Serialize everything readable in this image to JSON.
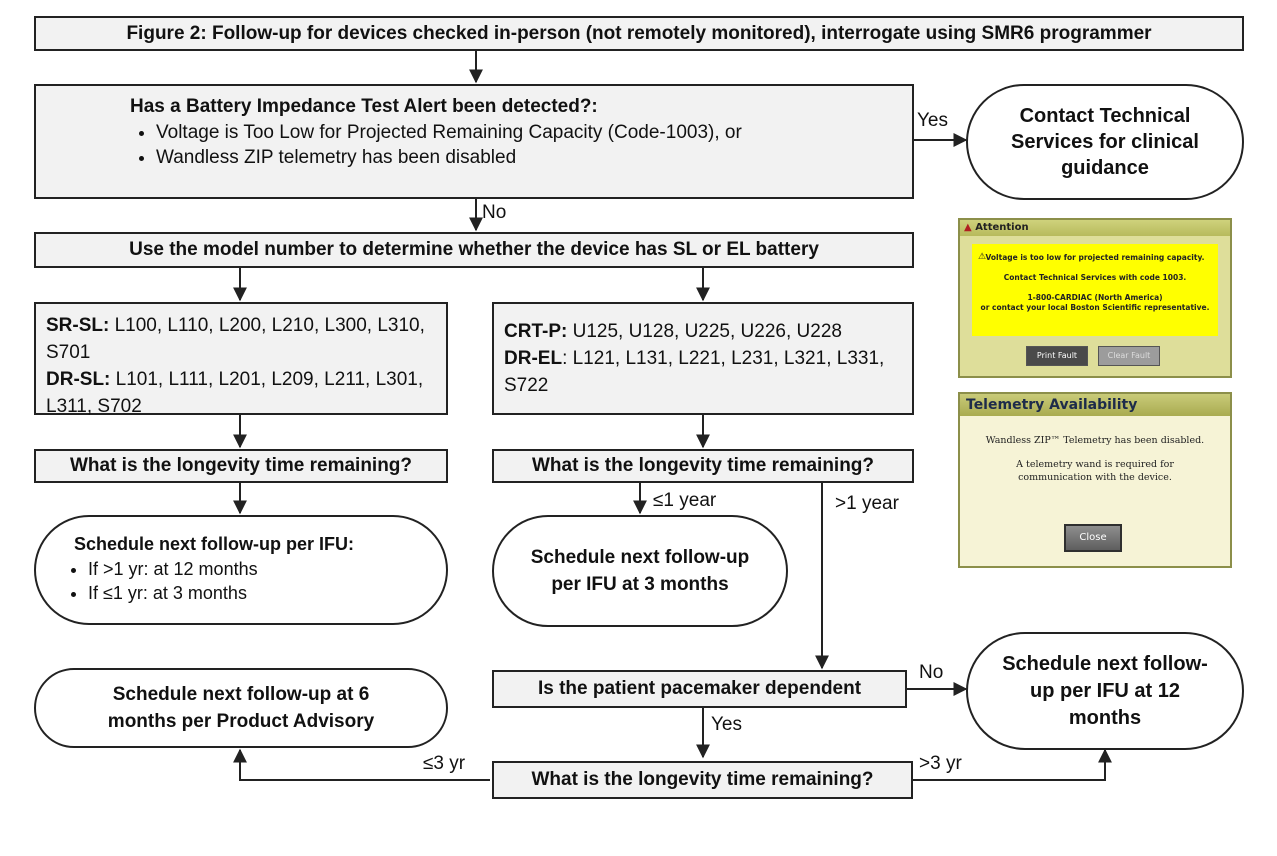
{
  "title": "Figure 2: Follow-up for devices checked in-person (not remotely monitored), interrogate using SMR6 programmer",
  "battery_alert": {
    "question": "Has a Battery Impedance Test Alert been detected?:",
    "bullets": [
      "Voltage is Too Low for Projected Remaining Capacity (Code-1003), or",
      "Wandless ZIP telemetry has been disabled"
    ]
  },
  "contact_tech": "Contact Technical Services for clinical guidance",
  "model_step": "Use the model number to determine whether the device has SL or EL battery",
  "sl_models": {
    "sr_label": "SR-SL:",
    "sr_values": " L100, L110, L200, L210, L300, L310, S701",
    "dr_label": "DR-SL:",
    "dr_values": " L101, L111, L201, L209, L211, L301, L311, S702"
  },
  "el_models": {
    "crtp_label": "CRT-P:",
    "crtp_values": " U125, U128, U225, U226, U228",
    "dr_label": "DR-EL",
    "dr_values": ": L121, L131, L221, L231, L321, L331, S722"
  },
  "longevity_question": "What is the longevity time remaining?",
  "schedule_ifu": {
    "heading": "Schedule next follow-up per IFU:",
    "bullets": [
      "If >1 yr: at 12 months",
      "If ≤1 yr: at 3 months"
    ]
  },
  "schedule_3mo": "Schedule next follow-up per IFU at 3 months",
  "schedule_6mo": "Schedule next follow-up at 6 months per Product Advisory",
  "pacemaker_question": "Is the patient pacemaker dependent",
  "schedule_12mo": "Schedule next follow-up per IFU at 12 months",
  "edge_labels": {
    "yes": "Yes",
    "no": "No",
    "le1yr": "≤1 year",
    "gt1yr": ">1 year",
    "le3yr": "≤3 yr",
    "gt3yr": ">3 yr"
  },
  "attention_dialog": {
    "title": "Attention",
    "line1": "Voltage is too low for projected remaining capacity.",
    "line2": "Contact Technical Services with code 1003.",
    "line3": "1-800-CARDIAC (North America)",
    "line4": "or contact your local Boston Scientific representative.",
    "print_button": "Print Fault",
    "clear_button": "Clear Fault"
  },
  "telemetry_dialog": {
    "title": "Telemetry Availability",
    "line1": "Wandless ZIP™ Telemetry has been disabled.",
    "line2": "A telemetry wand is required for",
    "line3": "communication with the device.",
    "close_button": "Close"
  }
}
